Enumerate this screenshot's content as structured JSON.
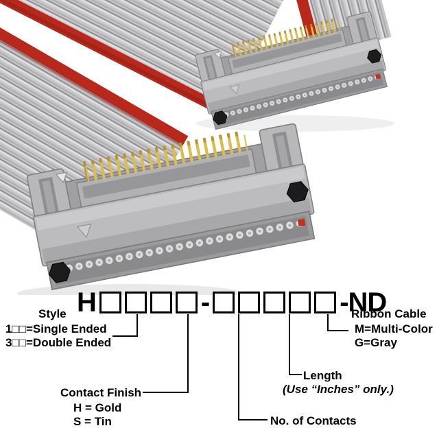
{
  "part_number": {
    "prefix": "H",
    "group1_box_count": 4,
    "separator": "-",
    "group2_box_count": 5,
    "suffix": "-ND"
  },
  "callouts": {
    "style": {
      "title": "Style",
      "option1": "1□□=Single Ended",
      "option2": "3□□=Double Ended"
    },
    "contact_finish": {
      "title": "Contact Finish",
      "option1": "H = Gold",
      "option2": "S = Tin"
    },
    "no_of_contacts": {
      "title": "No. of Contacts"
    },
    "length": {
      "title": "Length",
      "note": "(Use “Inches” only.)"
    },
    "ribbon_cable": {
      "title": "Ribbon Cable",
      "option1": "M=Multi-Color",
      "option2": "G=Gray"
    }
  },
  "photo": {
    "colors": {
      "cable_gray": "#c7c7c9",
      "stripe_red": "#b8291c",
      "connector_gray": "#bcbcbe",
      "pin_gold": "#c9a43a"
    }
  }
}
